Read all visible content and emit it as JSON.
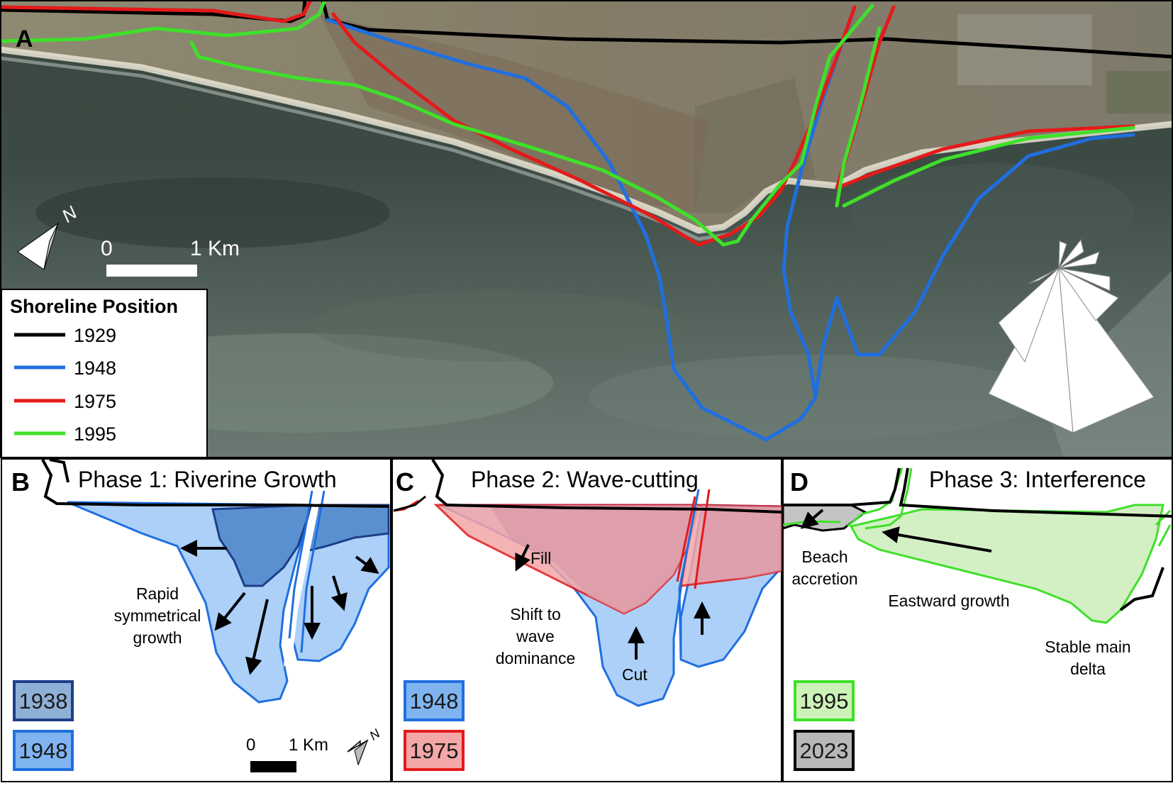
{
  "figure": {
    "panel_a": {
      "letter": "A",
      "north_label": "N",
      "scale": {
        "start": "0",
        "end": "1 Km"
      },
      "legend": {
        "title": "Shoreline Position",
        "items": [
          {
            "year": "1929",
            "color": "#000000"
          },
          {
            "year": "1948",
            "color": "#1f6fe0"
          },
          {
            "year": "1975",
            "color": "#e41a1a"
          },
          {
            "year": "1995",
            "color": "#3fe02a"
          }
        ]
      },
      "icons": [
        "north-arrow-icon",
        "wave-rose-icon"
      ]
    },
    "panel_b": {
      "letter": "B",
      "title": "Phase 1: Riverine Growth",
      "annotation": [
        "Rapid",
        "symmetrical",
        "growth"
      ],
      "legend": [
        {
          "year": "1938",
          "fill": "#8fb0d6",
          "stroke": "#1d3e8a"
        },
        {
          "year": "1948",
          "fill": "#7fb4f0",
          "stroke": "#1f6fe0"
        }
      ],
      "scale": {
        "start": "0",
        "end": "1 Km"
      },
      "north_label": "N"
    },
    "panel_c": {
      "letter": "C",
      "title": "Phase 2: Wave-cutting",
      "labels": {
        "fill": "Fill",
        "cut": "Cut",
        "shift": [
          "Shift to",
          "wave",
          "dominance"
        ]
      },
      "legend": [
        {
          "year": "1948",
          "fill": "#7fb4f0",
          "stroke": "#1f6fe0"
        },
        {
          "year": "1975",
          "fill": "#f4a7a7",
          "stroke": "#e41a1a"
        }
      ]
    },
    "panel_d": {
      "letter": "D",
      "title": "Phase 3: Interference",
      "labels": {
        "beach": [
          "Beach",
          "accretion"
        ],
        "eastward": "Eastward growth",
        "stable": [
          "Stable main",
          "delta"
        ]
      },
      "legend": [
        {
          "year": "1995",
          "fill": "#ccf2b8",
          "stroke": "#3fe02a"
        },
        {
          "year": "2023",
          "fill": "#b8b8b8",
          "stroke": "#000000"
        }
      ]
    }
  }
}
